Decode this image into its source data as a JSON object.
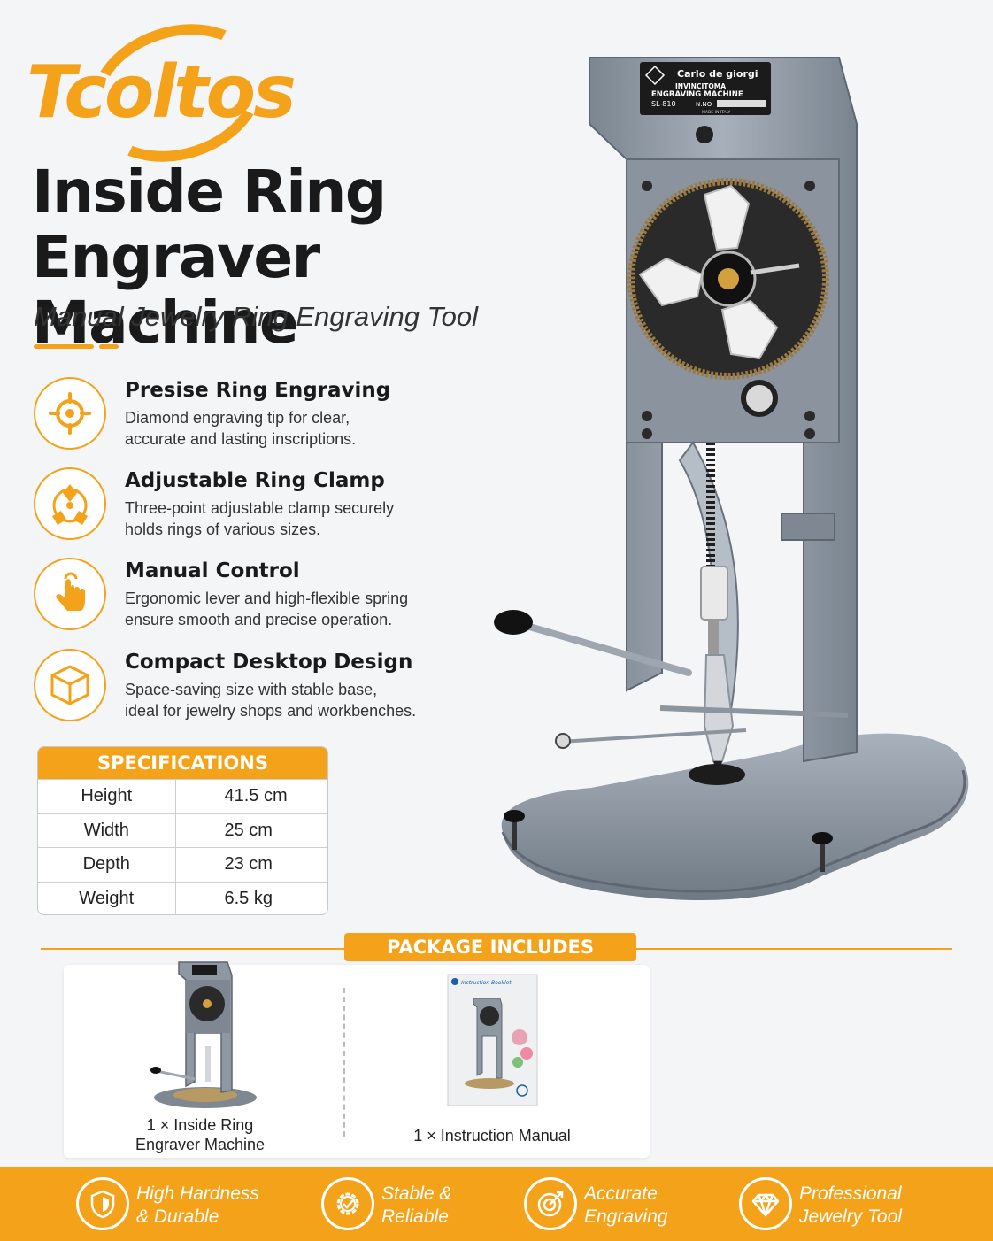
{
  "brand": {
    "logo_text": "Tcoltos"
  },
  "headline": {
    "line1": "Inside Ring",
    "line2": "Engraver Machine",
    "subtitle": "Manual Jewelry Ring Engraving Tool"
  },
  "colors": {
    "accent": "#f5a21b",
    "steel": "#8e98a3",
    "text": "#1a1a1a"
  },
  "features": [
    {
      "icon": "crosshair-target-icon",
      "title": "Presise Ring Engraving",
      "desc_line1": "Diamond engraving tip for clear,",
      "desc_line2": "accurate and lasting inscriptions."
    },
    {
      "icon": "three-point-clamp-icon",
      "title": "Adjustable Ring Clamp",
      "desc_line1": "Three-point adjustable clamp securely",
      "desc_line2": "holds rings of various sizes."
    },
    {
      "icon": "hand-touch-icon",
      "title": "Manual Control",
      "desc_line1": "Ergonomic lever and high-flexible spring",
      "desc_line2": "ensure smooth and precise operation."
    },
    {
      "icon": "cube-box-icon",
      "title": "Compact Desktop Design",
      "desc_line1": "Space-saving size with stable base,",
      "desc_line2": "ideal for jewelry shops and workbenches."
    }
  ],
  "specs": {
    "title": "SPECIFICATIONS",
    "rows": [
      {
        "label": "Height",
        "value": "41.5 cm"
      },
      {
        "label": "Width",
        "value": "25 cm"
      },
      {
        "label": "Depth",
        "value": "23 cm"
      },
      {
        "label": "Weight",
        "value": "6.5 kg"
      }
    ]
  },
  "machine_plate": {
    "brand": "Carlo de giorgi",
    "line1": "INVINCITOMA",
    "line2": "ENGRAVING MACHINE",
    "model": "SL-810",
    "no_label": "N.NO",
    "made_in": "MADE IN ITALY"
  },
  "package": {
    "title": "PACKAGE INCLUDES",
    "items": [
      {
        "label_line1": "1 × Inside Ring",
        "label_line2": "Engraver Machine"
      },
      {
        "label_line1": "1 × Instruction Manual",
        "manual_header": "Instruction Booklet"
      }
    ]
  },
  "badges": [
    {
      "icon": "shield-icon",
      "line1": "High Hardness",
      "line2": "& Durable"
    },
    {
      "icon": "gear-check-icon",
      "line1": "Stable &",
      "line2": "Reliable"
    },
    {
      "icon": "target-arrow-icon",
      "line1": "Accurate",
      "line2": "Engraving"
    },
    {
      "icon": "diamond-icon",
      "line1": "Professional",
      "line2": "Jewelry Tool"
    }
  ]
}
